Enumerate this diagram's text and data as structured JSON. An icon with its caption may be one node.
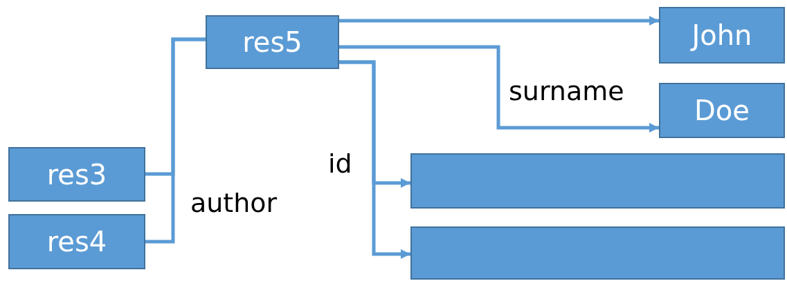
{
  "diagram": {
    "nodes": [
      {
        "text": [
          "res5"
        ]
      },
      {
        "text": [
          "John"
        ]
      },
      {
        "text": [
          "Doe"
        ]
      },
      {
        "text": [],
        "shape": "box"
      },
      {
        "text": [],
        "shape": "box"
      },
      {
        "text": [
          "res3"
        ]
      },
      {
        "text": [
          "res4"
        ]
      }
    ],
    "edges": [
      {
        "from": 5,
        "to": 0,
        "arrow": "none",
        "label": "author"
      },
      {
        "from": 6,
        "to": 0,
        "arrow": "none"
      },
      {
        "from": 0,
        "to": 1,
        "arrow": "to"
      },
      {
        "from": 0,
        "to": 2,
        "arrow": "to",
        "label": "surname"
      },
      {
        "from": 0,
        "to": 3,
        "arrow": "to",
        "label": "id"
      },
      {
        "from": 0,
        "to": 4,
        "arrow": "to"
      }
    ]
  }
}
